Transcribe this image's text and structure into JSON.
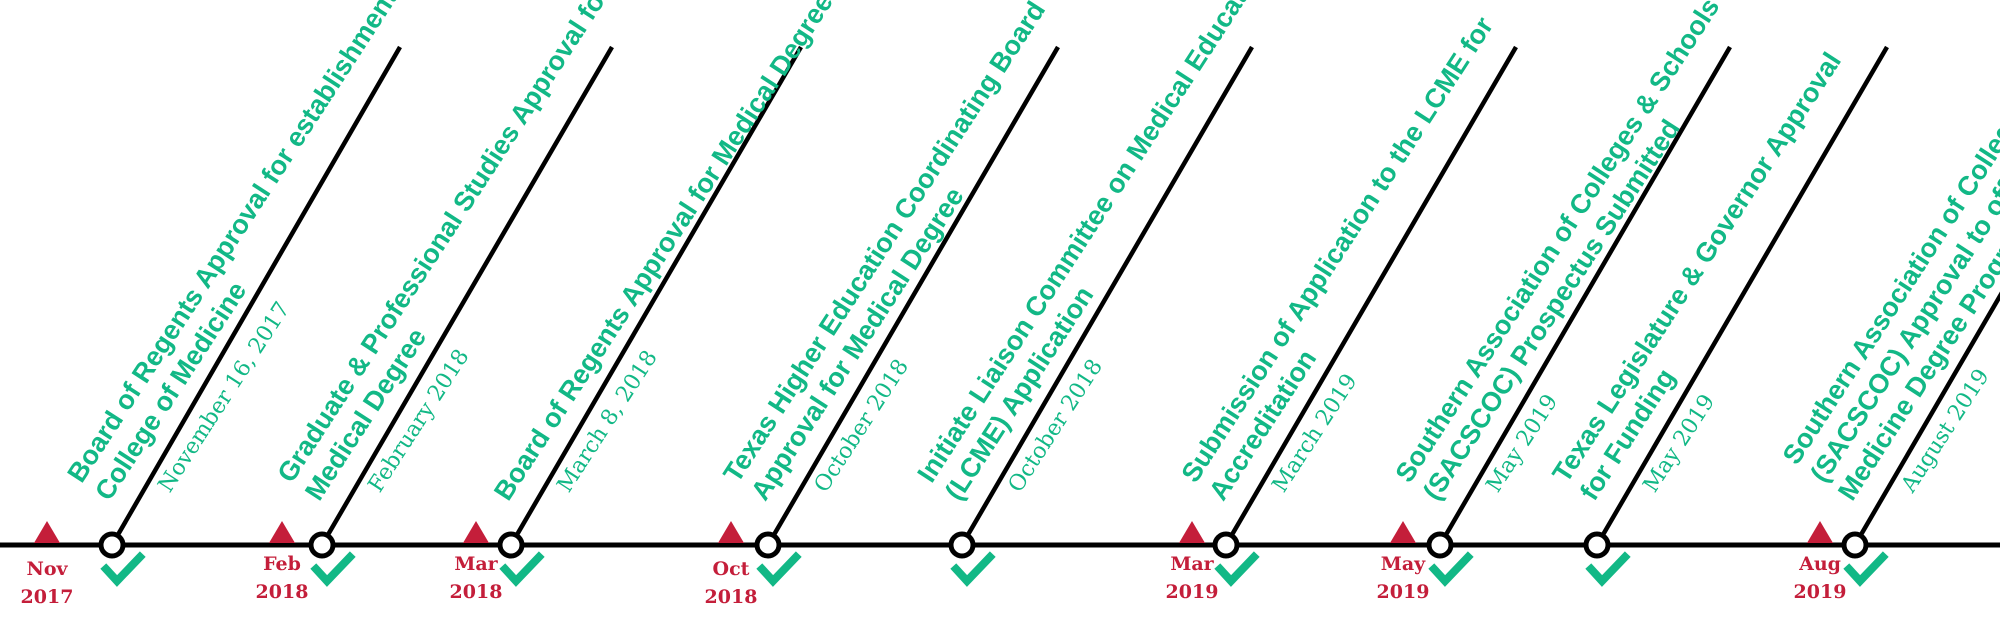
{
  "colors": {
    "accent": "#12b886",
    "marker": "#c41e3a",
    "line": "#000000"
  },
  "icons": {
    "event_node": "circle-node-icon",
    "date_marker": "triangle-marker-icon",
    "status": "checkmark-icon"
  },
  "events": [
    {
      "title_lines": [
        "Board of Regents Approval for establishment of",
        "College of Medicine"
      ],
      "date": "November 16, 2017",
      "status": "complete"
    },
    {
      "title_lines": [
        "Graduate & Professional Studies Approval for",
        "Medical Degree"
      ],
      "date": "February 2018",
      "status": "complete"
    },
    {
      "title_lines": [
        "Board of Regents Approval for Medical Degree"
      ],
      "date": "March 8, 2018",
      "status": "complete"
    },
    {
      "title_lines": [
        "Texas Higher Education Coordinating Board",
        "Approval for Medical Degree"
      ],
      "date": "October 2018",
      "status": "complete"
    },
    {
      "title_lines": [
        "Initiate Liaison Committee on Medical Education",
        "(LCME) Application"
      ],
      "date": "October 2018",
      "status": "complete"
    },
    {
      "title_lines": [
        "Submission of Application to the LCME for",
        "Accreditation"
      ],
      "date": "March 2019",
      "status": "complete"
    },
    {
      "title_lines": [
        "Southern Association of Colleges & Schools",
        "(SACSCOC) Prospectus Submitted"
      ],
      "date": "May 2019",
      "status": "complete"
    },
    {
      "title_lines": [
        "Texas Legislature & Governor Approval",
        "for Funding"
      ],
      "date": "May 2019",
      "status": "complete"
    },
    {
      "title_lines": [
        "Southern Association of Colleges & Schools",
        "(SACSCOC) Approval to offer a Doctor of",
        "Medicine Degree Program"
      ],
      "date": "August 2019",
      "status": "complete"
    }
  ],
  "axis_ticks": [
    {
      "month": "Nov",
      "year": "2017"
    },
    {
      "month": "Feb",
      "year": "2018"
    },
    {
      "month": "Mar",
      "year": "2018"
    },
    {
      "month": "Oct",
      "year": "2018"
    },
    {
      "month": "Mar",
      "year": "2019"
    },
    {
      "month": "May",
      "year": "2019"
    },
    {
      "month": "Aug",
      "year": "2019"
    }
  ]
}
